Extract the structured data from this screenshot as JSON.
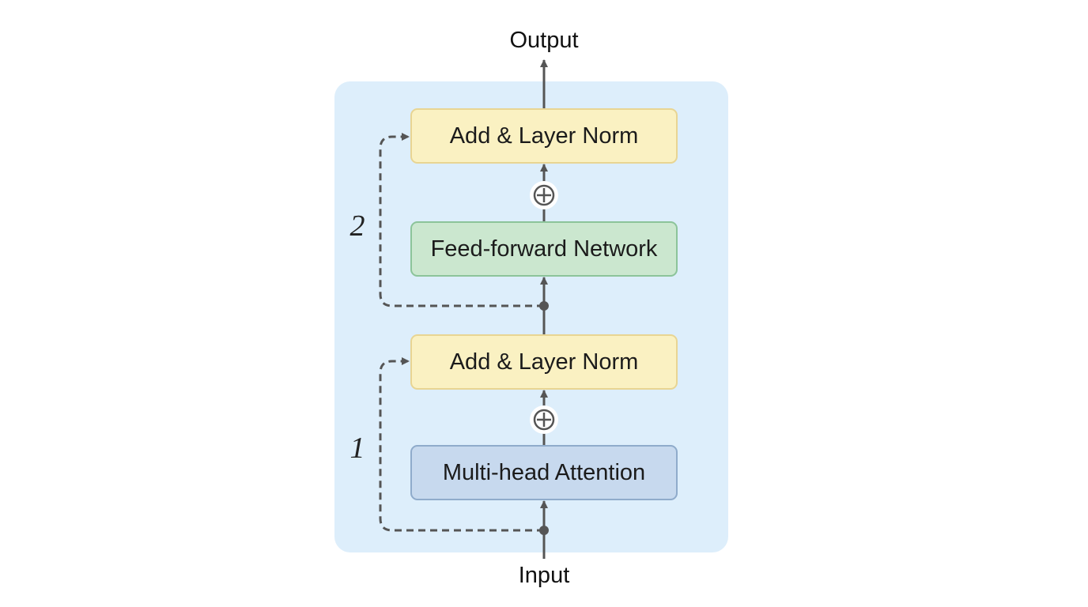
{
  "diagram": {
    "output_label": "Output",
    "input_label": "Input",
    "blocks": {
      "add_norm_top": "Add & Layer Norm",
      "feed_forward": "Feed-forward Network",
      "add_norm_bottom": "Add & Layer Norm",
      "attention": "Multi-head Attention"
    },
    "residual_labels": {
      "first": "1",
      "second": "2"
    },
    "colors": {
      "panel": "#ddeefb",
      "norm_fill": "#faf1c2",
      "ffn_fill": "#cbe7cf",
      "attention_fill": "#c7d9ee",
      "connector": "#555555"
    }
  }
}
